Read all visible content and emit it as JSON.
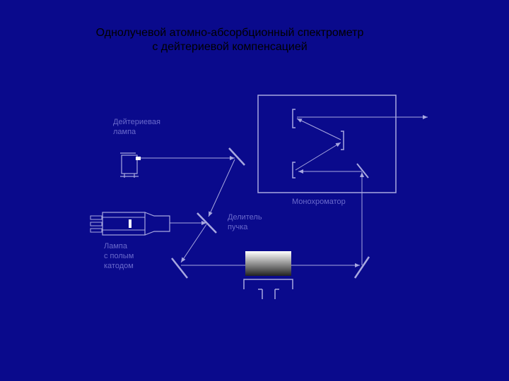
{
  "title": {
    "line1": "Однолучевой атомно-абсорбционный  спектрометр",
    "line2": "с дейтериевой компенсацией"
  },
  "labels": {
    "deuterium_lamp": [
      "Дейтериевая",
      "лампа"
    ],
    "monochromator": "Монохроматор",
    "beam_splitter": [
      "Делитель",
      "пучка"
    ],
    "hollow_cathode_lamp": [
      "Лампа",
      "с полым",
      "катодом"
    ]
  },
  "colors": {
    "background": "#0a0a8c",
    "lines": "#a8a8e0",
    "labels": "#6a6acc",
    "title": "#000000"
  }
}
